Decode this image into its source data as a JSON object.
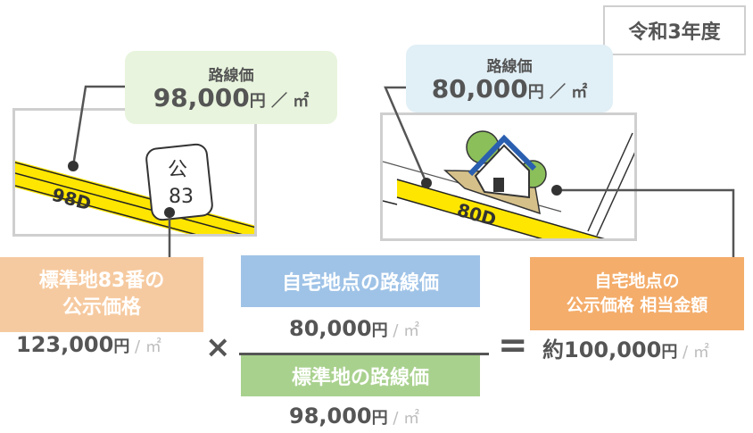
{
  "year_label": "令和3年度",
  "left_price": {
    "caption": "路線価",
    "amount": "98,000",
    "unit": "円 ／ ㎡"
  },
  "right_price": {
    "caption": "路線価",
    "amount": "80,000",
    "unit": "円 ／ ㎡"
  },
  "left_map": {
    "road_label": "98D",
    "sign_line1": "公",
    "sign_line2": "83"
  },
  "right_map": {
    "road_label": "80D"
  },
  "labels": {
    "standard_land_line1": "標準地83番の",
    "standard_land_line2": "公示価格",
    "home_point_road_price": "自宅地点の路線価",
    "standard_land_road_price": "標準地の路線価",
    "equivalent_line1": "自宅地点の",
    "equivalent_line2": "公示価格 相当金額"
  },
  "values": {
    "standard_price": {
      "amount": "123,000",
      "yen": "円",
      "sep": " / ",
      "area": "㎡"
    },
    "home_road_price": {
      "amount": "80,000",
      "yen": "円",
      "sep": " / ",
      "area": "㎡"
    },
    "standard_road_price": {
      "amount": "98,000",
      "yen": "円",
      "sep": " / ",
      "area": "㎡"
    },
    "equivalent_price": {
      "amount": "約100,000",
      "yen": "円",
      "sep": " / ",
      "area": "㎡"
    }
  },
  "operators": {
    "times": "×",
    "equals": "="
  },
  "colors": {
    "green_box": "#e8f4dd",
    "blue_box": "#e1eff6",
    "orange_light": "#f6caa0",
    "blue_label": "#9fc3e7",
    "green_label": "#a9d18e",
    "orange": "#f4ad6b",
    "road_yellow": "#ffe600",
    "leader_line": "#555555"
  }
}
